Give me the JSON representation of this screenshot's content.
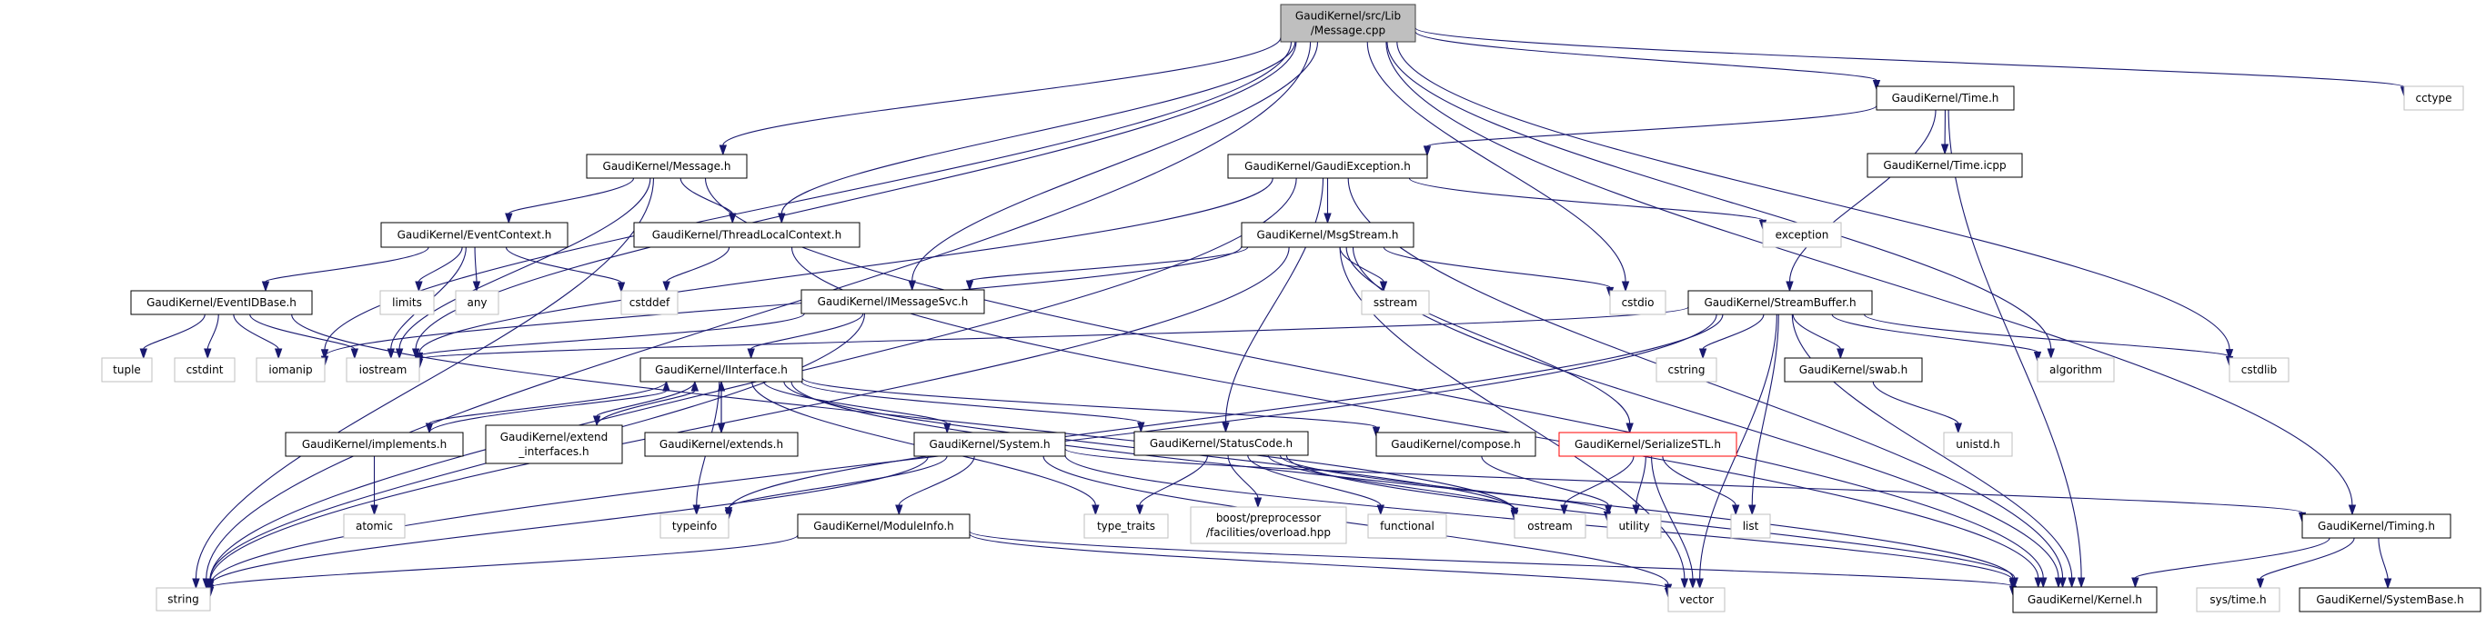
{
  "title": "GaudiKernel/src/Lib/Message.cpp include dependency graph",
  "colors": {
    "edge": "#191970",
    "root_fill": "#bfbfbf",
    "root_stroke": "#404040",
    "documented_stroke": "#000000",
    "external_stroke": "#bfbfbf",
    "truncated_stroke": "#ff0000"
  },
  "nodes": [
    {
      "id": "root",
      "label": [
        "GaudiKernel/src/Lib",
        "/Message.cpp"
      ],
      "kind": "root"
    },
    {
      "id": "message_h",
      "label": [
        "GaudiKernel/Message.h"
      ],
      "kind": "doc"
    },
    {
      "id": "eventcontext_h",
      "label": [
        "GaudiKernel/EventContext.h"
      ],
      "kind": "doc"
    },
    {
      "id": "threadlocal_h",
      "label": [
        "GaudiKernel/ThreadLocalContext.h"
      ],
      "kind": "doc"
    },
    {
      "id": "eventidbase_h",
      "label": [
        "GaudiKernel/EventIDBase.h"
      ],
      "kind": "doc"
    },
    {
      "id": "limits",
      "label": [
        "limits"
      ],
      "kind": "ext"
    },
    {
      "id": "any",
      "label": [
        "any"
      ],
      "kind": "ext"
    },
    {
      "id": "cstddef",
      "label": [
        "cstddef"
      ],
      "kind": "ext"
    },
    {
      "id": "imessagesvc_h",
      "label": [
        "GaudiKernel/IMessageSvc.h"
      ],
      "kind": "doc"
    },
    {
      "id": "tuple",
      "label": [
        "tuple"
      ],
      "kind": "ext"
    },
    {
      "id": "cstdint",
      "label": [
        "cstdint"
      ],
      "kind": "ext"
    },
    {
      "id": "iomanip",
      "label": [
        "iomanip"
      ],
      "kind": "ext"
    },
    {
      "id": "iostream",
      "label": [
        "iostream"
      ],
      "kind": "ext"
    },
    {
      "id": "iinterface_h",
      "label": [
        "GaudiKernel/IInterface.h"
      ],
      "kind": "doc"
    },
    {
      "id": "implements_h",
      "label": [
        "GaudiKernel/implements.h"
      ],
      "kind": "doc"
    },
    {
      "id": "extend_interfaces_h",
      "label": [
        "GaudiKernel/extend",
        "_interfaces.h"
      ],
      "kind": "doc"
    },
    {
      "id": "extends_h",
      "label": [
        "GaudiKernel/extends.h"
      ],
      "kind": "doc"
    },
    {
      "id": "system_h",
      "label": [
        "GaudiKernel/System.h"
      ],
      "kind": "doc"
    },
    {
      "id": "statuscode_h",
      "label": [
        "GaudiKernel/StatusCode.h"
      ],
      "kind": "doc"
    },
    {
      "id": "atomic",
      "label": [
        "atomic"
      ],
      "kind": "ext"
    },
    {
      "id": "typeinfo",
      "label": [
        "typeinfo"
      ],
      "kind": "ext"
    },
    {
      "id": "moduleinfo_h",
      "label": [
        "GaudiKernel/ModuleInfo.h"
      ],
      "kind": "doc"
    },
    {
      "id": "type_traits",
      "label": [
        "type_traits"
      ],
      "kind": "ext"
    },
    {
      "id": "boost_overload",
      "label": [
        "boost/preprocessor",
        "/facilities/overload.hpp"
      ],
      "kind": "ext"
    },
    {
      "id": "string",
      "label": [
        "string"
      ],
      "kind": "ext"
    },
    {
      "id": "time_h",
      "label": [
        "GaudiKernel/Time.h"
      ],
      "kind": "doc"
    },
    {
      "id": "gaudiexception_h",
      "label": [
        "GaudiKernel/GaudiException.h"
      ],
      "kind": "doc"
    },
    {
      "id": "time_icpp",
      "label": [
        "GaudiKernel/Time.icpp"
      ],
      "kind": "doc"
    },
    {
      "id": "cctype",
      "label": [
        "cctype"
      ],
      "kind": "ext"
    },
    {
      "id": "msgstream_h",
      "label": [
        "GaudiKernel/MsgStream.h"
      ],
      "kind": "doc"
    },
    {
      "id": "exception",
      "label": [
        "exception"
      ],
      "kind": "ext"
    },
    {
      "id": "sstream",
      "label": [
        "sstream"
      ],
      "kind": "ext"
    },
    {
      "id": "cstdio",
      "label": [
        "cstdio"
      ],
      "kind": "ext"
    },
    {
      "id": "streambuffer_h",
      "label": [
        "GaudiKernel/StreamBuffer.h"
      ],
      "kind": "doc"
    },
    {
      "id": "cstring",
      "label": [
        "cstring"
      ],
      "kind": "ext"
    },
    {
      "id": "swab_h",
      "label": [
        "GaudiKernel/swab.h"
      ],
      "kind": "doc"
    },
    {
      "id": "algorithm",
      "label": [
        "algorithm"
      ],
      "kind": "ext"
    },
    {
      "id": "cstdlib",
      "label": [
        "cstdlib"
      ],
      "kind": "ext"
    },
    {
      "id": "compose_h",
      "label": [
        "GaudiKernel/compose.h"
      ],
      "kind": "doc"
    },
    {
      "id": "serializestl_h",
      "label": [
        "GaudiKernel/SerializeSTL.h"
      ],
      "kind": "trunc"
    },
    {
      "id": "unistd_h",
      "label": [
        "unistd.h"
      ],
      "kind": "ext"
    },
    {
      "id": "functional",
      "label": [
        "functional"
      ],
      "kind": "ext"
    },
    {
      "id": "ostream",
      "label": [
        "ostream"
      ],
      "kind": "ext"
    },
    {
      "id": "utility",
      "label": [
        "utility"
      ],
      "kind": "ext"
    },
    {
      "id": "list",
      "label": [
        "list"
      ],
      "kind": "ext"
    },
    {
      "id": "timing_h",
      "label": [
        "GaudiKernel/Timing.h"
      ],
      "kind": "doc"
    },
    {
      "id": "vector",
      "label": [
        "vector"
      ],
      "kind": "ext"
    },
    {
      "id": "kernel_h",
      "label": [
        "GaudiKernel/Kernel.h"
      ],
      "kind": "doc"
    },
    {
      "id": "sys_time_h",
      "label": [
        "sys/time.h"
      ],
      "kind": "ext"
    },
    {
      "id": "systembase_h",
      "label": [
        "GaudiKernel/SystemBase.h"
      ],
      "kind": "doc"
    }
  ],
  "edges": [
    [
      "root",
      "message_h"
    ],
    [
      "root",
      "threadlocal_h"
    ],
    [
      "root",
      "imessagesvc_h"
    ],
    [
      "root",
      "iomanip"
    ],
    [
      "root",
      "iostream"
    ],
    [
      "root",
      "string"
    ],
    [
      "root",
      "time_h"
    ],
    [
      "root",
      "cctype"
    ],
    [
      "root",
      "cstdio"
    ],
    [
      "root",
      "cstdlib"
    ],
    [
      "root",
      "algorithm"
    ],
    [
      "root",
      "timing_h"
    ],
    [
      "message_h",
      "eventcontext_h"
    ],
    [
      "message_h",
      "threadlocal_h"
    ],
    [
      "message_h",
      "iostream"
    ],
    [
      "message_h",
      "string"
    ],
    [
      "message_h",
      "kernel_h"
    ],
    [
      "eventcontext_h",
      "eventidbase_h"
    ],
    [
      "eventcontext_h",
      "limits"
    ],
    [
      "eventcontext_h",
      "any"
    ],
    [
      "eventcontext_h",
      "cstddef"
    ],
    [
      "eventcontext_h",
      "iostream"
    ],
    [
      "threadlocal_h",
      "cstddef"
    ],
    [
      "threadlocal_h",
      "kernel_h"
    ],
    [
      "eventidbase_h",
      "tuple"
    ],
    [
      "eventidbase_h",
      "cstdint"
    ],
    [
      "eventidbase_h",
      "iomanip"
    ],
    [
      "eventidbase_h",
      "iostream"
    ],
    [
      "eventidbase_h",
      "ostream"
    ],
    [
      "imessagesvc_h",
      "iinterface_h"
    ],
    [
      "imessagesvc_h",
      "iostream"
    ],
    [
      "imessagesvc_h",
      "string"
    ],
    [
      "iinterface_h",
      "implements_h"
    ],
    [
      "iinterface_h",
      "extend_interfaces_h"
    ],
    [
      "iinterface_h",
      "extends_h"
    ],
    [
      "iinterface_h",
      "system_h"
    ],
    [
      "iinterface_h",
      "statuscode_h"
    ],
    [
      "iinterface_h",
      "typeinfo"
    ],
    [
      "iinterface_h",
      "type_traits"
    ],
    [
      "iinterface_h",
      "compose_h"
    ],
    [
      "iinterface_h",
      "ostream"
    ],
    [
      "iinterface_h",
      "kernel_h"
    ],
    [
      "implements_h",
      "iinterface_h"
    ],
    [
      "implements_h",
      "atomic"
    ],
    [
      "extend_interfaces_h",
      "iinterface_h"
    ],
    [
      "extends_h",
      "iinterface_h"
    ],
    [
      "system_h",
      "moduleinfo_h"
    ],
    [
      "system_h",
      "typeinfo"
    ],
    [
      "system_h",
      "string"
    ],
    [
      "system_h",
      "vector"
    ],
    [
      "system_h",
      "kernel_h"
    ],
    [
      "system_h",
      "timing_h"
    ],
    [
      "statuscode_h",
      "type_traits"
    ],
    [
      "statuscode_h",
      "boost_overload"
    ],
    [
      "statuscode_h",
      "functional"
    ],
    [
      "statuscode_h",
      "ostream"
    ],
    [
      "statuscode_h",
      "utility"
    ],
    [
      "statuscode_h",
      "kernel_h"
    ],
    [
      "moduleinfo_h",
      "string"
    ],
    [
      "moduleinfo_h",
      "vector"
    ],
    [
      "moduleinfo_h",
      "kernel_h"
    ],
    [
      "time_h",
      "gaudiexception_h"
    ],
    [
      "time_h",
      "time_icpp"
    ],
    [
      "time_h",
      "streambuffer_h"
    ],
    [
      "time_h",
      "kernel_h"
    ],
    [
      "gaudiexception_h",
      "msgstream_h"
    ],
    [
      "gaudiexception_h",
      "statuscode_h"
    ],
    [
      "gaudiexception_h",
      "exception"
    ],
    [
      "gaudiexception_h",
      "iostream"
    ],
    [
      "gaudiexception_h",
      "string"
    ],
    [
      "gaudiexception_h",
      "kernel_h"
    ],
    [
      "msgstream_h",
      "imessagesvc_h"
    ],
    [
      "msgstream_h",
      "serializestl_h"
    ],
    [
      "msgstream_h",
      "sstream"
    ],
    [
      "msgstream_h",
      "cstdio"
    ],
    [
      "msgstream_h",
      "iomanip"
    ],
    [
      "msgstream_h",
      "string"
    ],
    [
      "msgstream_h",
      "vector"
    ],
    [
      "msgstream_h",
      "kernel_h"
    ],
    [
      "streambuffer_h",
      "cstring"
    ],
    [
      "streambuffer_h",
      "swab_h"
    ],
    [
      "streambuffer_h",
      "algorithm"
    ],
    [
      "streambuffer_h",
      "cstdlib"
    ],
    [
      "streambuffer_h",
      "list"
    ],
    [
      "streambuffer_h",
      "vector"
    ],
    [
      "streambuffer_h",
      "iostream"
    ],
    [
      "streambuffer_h",
      "string"
    ],
    [
      "streambuffer_h",
      "typeinfo"
    ],
    [
      "streambuffer_h",
      "kernel_h"
    ],
    [
      "swab_h",
      "unistd_h"
    ],
    [
      "compose_h",
      "utility"
    ],
    [
      "serializestl_h",
      "ostream"
    ],
    [
      "serializestl_h",
      "utility"
    ],
    [
      "serializestl_h",
      "list"
    ],
    [
      "serializestl_h",
      "vector"
    ],
    [
      "timing_h",
      "kernel_h"
    ],
    [
      "timing_h",
      "sys_time_h"
    ],
    [
      "timing_h",
      "systembase_h"
    ]
  ]
}
